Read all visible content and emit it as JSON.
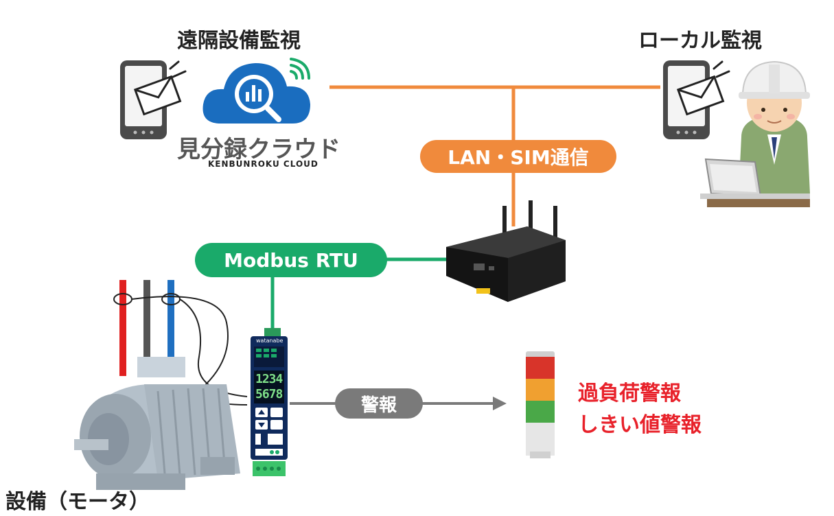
{
  "labels": {
    "remote_monitoring": "遠隔設備監視",
    "local_monitoring": "ローカル監視",
    "equipment": "設備（モータ）",
    "lan_sim": "LAN・SIM通信",
    "modbus": "Modbus RTU",
    "alarm": "警報",
    "overload_alarm": "過負荷警報",
    "threshold_alarm": "しきい値警報"
  },
  "cloud_logo": {
    "name_jp": "見分録クラウド",
    "name_en": "KENBUNROKU CLOUD"
  },
  "device": {
    "brand": "watanabe",
    "display_top": "1234",
    "display_bottom": "5678"
  },
  "colors": {
    "lan_line": "#f08a3c",
    "modbus_line": "#1aaa6a",
    "alarm_pill": "#7a7a7a",
    "alarm_text": "#e8212a",
    "cloud_blue": "#1a6dbf"
  }
}
